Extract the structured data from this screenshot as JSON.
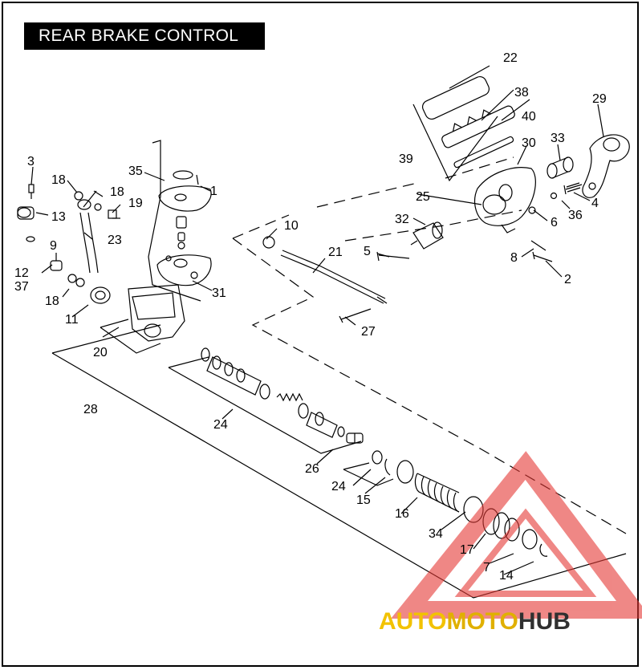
{
  "title": "REAR BRAKE CONTROL",
  "part_labels": [
    "1",
    "2",
    "3",
    "4",
    "5",
    "6",
    "7",
    "8",
    "9",
    "10",
    "11",
    "12",
    "13",
    "14",
    "15",
    "16",
    "17",
    "18",
    "18",
    "18",
    "19",
    "20",
    "21",
    "22",
    "23",
    "24",
    "24",
    "25",
    "26",
    "27",
    "28",
    "29",
    "30",
    "31",
    "32",
    "33",
    "34",
    "35",
    "36",
    "37",
    "38",
    "39",
    "40"
  ],
  "watermark": {
    "part1": "AUTO",
    "part2": "MOTO",
    "part3": "HUB",
    "color_primary": "#e53935",
    "color_secondary": "#f2c200",
    "color_dark": "#303030"
  },
  "colors": {
    "ink": "#000000",
    "background": "#ffffff"
  }
}
